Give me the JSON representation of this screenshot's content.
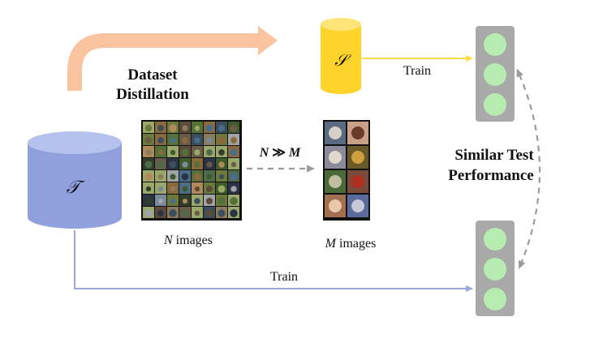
{
  "title": {
    "line1": "Dataset",
    "line2": "Distillation"
  },
  "source_dataset": {
    "symbol": "𝒯",
    "color": "#8fa0dd"
  },
  "synthetic_dataset": {
    "symbol": "𝒮",
    "color": "#ffd42a"
  },
  "real_images": {
    "count_var": "N",
    "label_rest": " images",
    "grid": "8x8 thumbnails"
  },
  "synthetic_images": {
    "count_var": "M",
    "label_rest": " images",
    "grid": "2x4 thumbnails"
  },
  "relation": {
    "left": "N",
    "op": " ≫ ",
    "right": "M"
  },
  "edges": {
    "train_top": "Train",
    "train_bottom": "Train"
  },
  "comparison": {
    "line1": "Similar Test",
    "line2": "Performance"
  },
  "colors": {
    "distill_arrow": "#fbc4a0",
    "model_body": "#a9a9a9",
    "model_node": "#b6ecb0",
    "train_line_top": "#ffd94a",
    "train_line_bottom": "#9aa6dc",
    "dashed": "#9a9a9a"
  }
}
